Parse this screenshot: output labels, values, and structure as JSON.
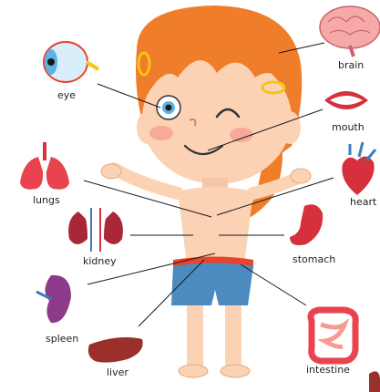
{
  "organs": {
    "brain": "brain",
    "eye": "eye",
    "mouth": "mouth",
    "lungs": "lungs",
    "heart": "heart",
    "kidney": "kidney",
    "stomach": "stomach",
    "spleen": "spleen",
    "intestine": "intestine",
    "liver": "liver"
  },
  "colors": {
    "skin": "#fbd3b4",
    "hair": "#ef7d2a",
    "shorts": "#4b8bbf",
    "belt": "#e8432c",
    "organ_red": "#d6303d",
    "line": "#1a1a1a"
  }
}
